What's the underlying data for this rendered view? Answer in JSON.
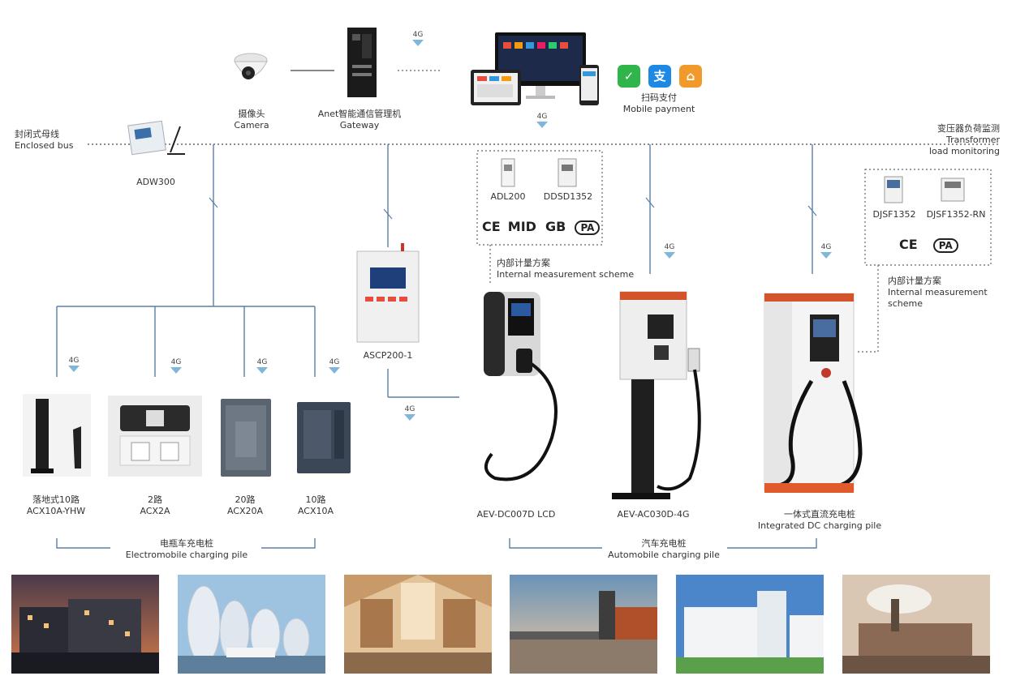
{
  "labels": {
    "camera_cn": "摄像头",
    "camera_en": "Camera",
    "gateway_cn": "Anet智能通信管理机",
    "gateway_en": "Gateway",
    "payment_cn": "扫码支付",
    "payment_en": "Mobile payment",
    "bus_cn": "封闭式母线",
    "bus_en": "Enclosed bus",
    "transformer_cn": "变压器负荷监测",
    "transformer_en1": "Transformer",
    "transformer_en2": "load monitoring",
    "adw": "ADW300",
    "adl": "ADL200",
    "dds": "DDSD1352",
    "djsf": "DJSF1352",
    "djsf_rn": "DJSF1352-RN",
    "internal1_cn": "内部计量方案",
    "internal1_en": "Internal measurement scheme",
    "internal2_cn": "内部计量方案",
    "internal2_en1": "Internal measurement",
    "internal2_en2": "scheme",
    "ascp": "ASCP200-1",
    "cert_ce": "CE",
    "cert_mid": "MID",
    "cert_gb": "GB",
    "cert_pa": "PA",
    "cert_ce2": "CE",
    "cert_pa2": "PA",
    "pile1_cn": "落地式10路",
    "pile1_en": "ACX10A-YHW",
    "pile2_cn": "2路",
    "pile2_en": "ACX2A",
    "pile3_cn": "20路",
    "pile3_en": "ACX20A",
    "pile4_cn": "10路",
    "pile4_en": "ACX10A",
    "ev1": "AEV-DC007D LCD",
    "ev2": "AEV-AC030D-4G",
    "ev3_cn": "一体式直流充电桩",
    "ev3_en": "Integrated DC charging pile",
    "group1_cn": "电瓶车充电桩",
    "group1_en": "Electromobile charging pile",
    "group2_cn": "汽车充电桩",
    "group2_en": "Automobile charging pile",
    "sig4g": "4G"
  },
  "colors": {
    "line": "#5b7fa6",
    "dots": "#6d6d6d",
    "wechat": "#2fb54a",
    "alipay": "#1e88e5",
    "other": "#f19a2b",
    "gun": "#1a1a1a"
  }
}
